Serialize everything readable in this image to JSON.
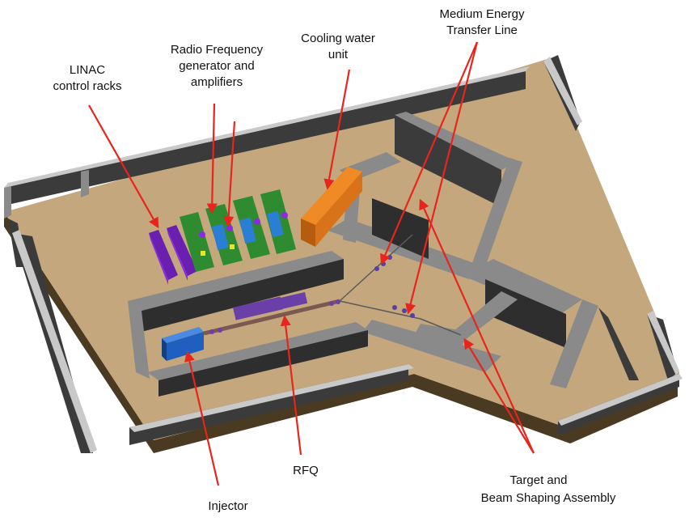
{
  "labels": {
    "linac_line1": "LINAC",
    "linac_line2": "control racks",
    "rf_line1": "Radio Frequency",
    "rf_line2": "generator and",
    "rf_line3": "amplifiers",
    "cooling_line1": "Cooling water",
    "cooling_line2": "unit",
    "meti_line1": "Medium Energy",
    "meti_line2": "Transfer Line",
    "rfq": "RFQ",
    "injector": "Injector",
    "target_line1": "Target and",
    "target_line2": "Beam Shaping Assembly"
  },
  "colors": {
    "floor": "#c4a77c",
    "floor_edge": "#4a3a22",
    "wall_top": "#8a8a8a",
    "wall_side": "#3b3b3b",
    "wall_light": "#c9c9c9",
    "arrow": "#e8251c",
    "racks": "#8a2be2",
    "rf_units": "#2f8b2f",
    "cooling": "#e07b1a",
    "injector": "#1f5fbf",
    "beam_elements": "#5a3fa0"
  }
}
